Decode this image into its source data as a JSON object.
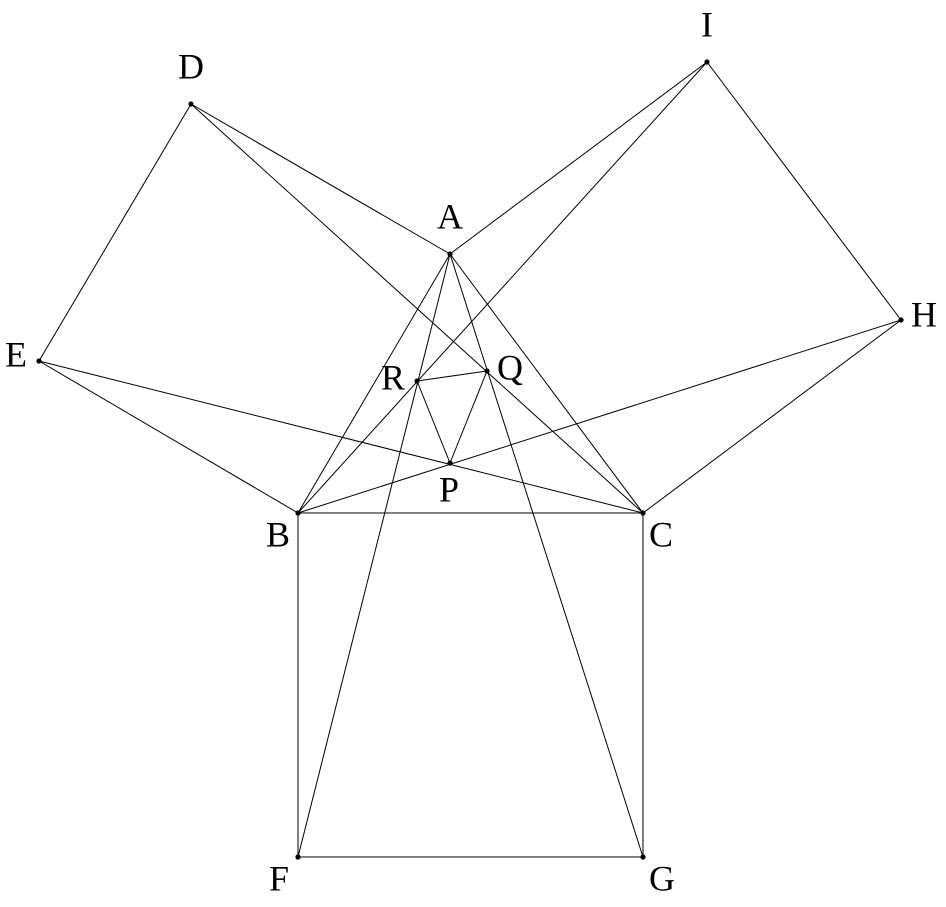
{
  "diagram": {
    "points": [
      {
        "id": "A",
        "label": "A"
      },
      {
        "id": "B",
        "label": "B"
      },
      {
        "id": "C",
        "label": "C"
      },
      {
        "id": "D",
        "label": "D"
      },
      {
        "id": "E",
        "label": "E"
      },
      {
        "id": "F",
        "label": "F"
      },
      {
        "id": "G",
        "label": "G"
      },
      {
        "id": "H",
        "label": "H"
      },
      {
        "id": "I",
        "label": "I"
      },
      {
        "id": "P",
        "label": "P"
      },
      {
        "id": "Q",
        "label": "Q"
      },
      {
        "id": "R",
        "label": "R"
      }
    ],
    "segments": [
      [
        "A",
        "B"
      ],
      [
        "B",
        "C"
      ],
      [
        "C",
        "A"
      ],
      [
        "A",
        "D"
      ],
      [
        "D",
        "E"
      ],
      [
        "E",
        "B"
      ],
      [
        "B",
        "F"
      ],
      [
        "F",
        "G"
      ],
      [
        "G",
        "C"
      ],
      [
        "C",
        "H"
      ],
      [
        "H",
        "I"
      ],
      [
        "I",
        "A"
      ],
      [
        "D",
        "C"
      ],
      [
        "E",
        "C"
      ],
      [
        "I",
        "B"
      ],
      [
        "H",
        "B"
      ],
      [
        "A",
        "F"
      ],
      [
        "A",
        "G"
      ],
      [
        "P",
        "Q"
      ],
      [
        "Q",
        "R"
      ],
      [
        "R",
        "P"
      ]
    ],
    "stroke_color": "#000000",
    "background_color": "#ffffff"
  }
}
